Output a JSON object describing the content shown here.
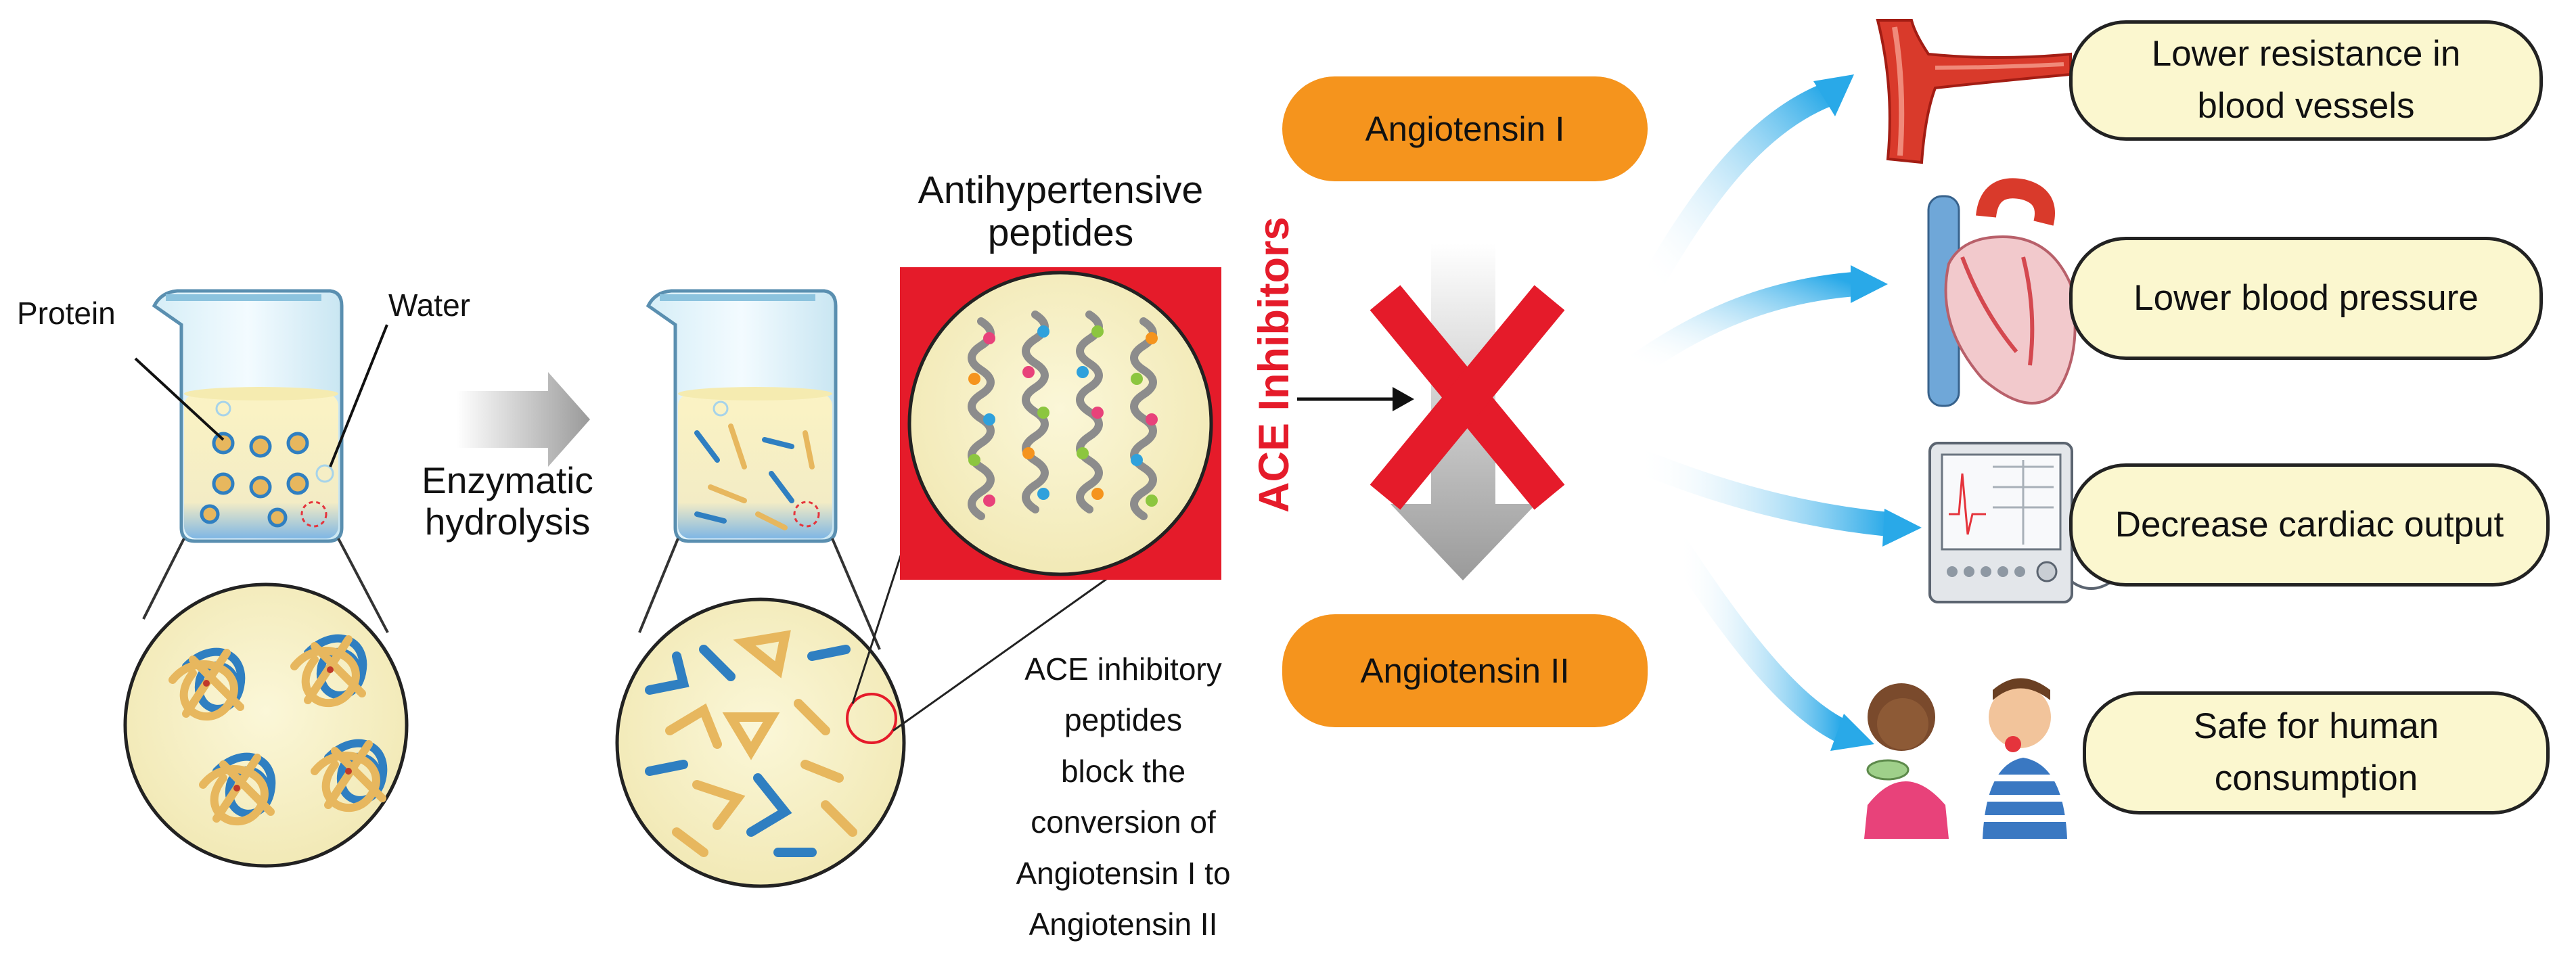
{
  "labels": {
    "protein": "Protein",
    "water": "Water",
    "enzymatic": [
      "Enzymatic",
      "hydrolysis"
    ],
    "antihypertensive": [
      "Antihypertensive",
      "peptides"
    ],
    "ace_inhibitors": "ACE Inhibitors",
    "ace_note": [
      "ACE inhibitory",
      "peptides",
      "block the",
      "conversion of",
      "Angiotensin I to",
      "Angiotensin II"
    ]
  },
  "nodes": {
    "angiotensin_1": "Angiotensin I",
    "angiotensin_2": "Angiotensin II"
  },
  "effects": [
    [
      "Lower resistance in",
      "blood vessels"
    ],
    [
      "Lower blood pressure"
    ],
    [
      "Decrease cardiac output"
    ],
    [
      "Safe for human",
      "consumption"
    ]
  ],
  "colors": {
    "red": "#e51b2a",
    "orange": "#f5941d",
    "cream": "#fbf7cf",
    "blue_arrow": "#29a9e8",
    "peptide_blue": "#2f7fc1",
    "peptide_gold": "#e7b75e"
  }
}
